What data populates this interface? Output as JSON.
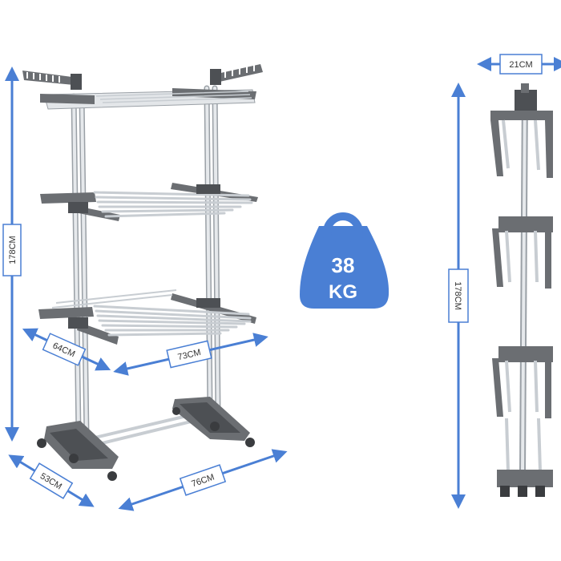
{
  "dimensions": {
    "height_left": "178CM",
    "depth_top": "64CM",
    "width_top": "73CM",
    "depth_base": "53CM",
    "width_base": "76CM",
    "side_width": "21CM",
    "height_side": "178CM"
  },
  "weight": {
    "value": "38",
    "unit": "KG"
  },
  "colors": {
    "accent": "#4a7fd4",
    "frame": "#d8dce0",
    "frame_edge": "#9aa0a6",
    "plastic": "#6b6e72",
    "plastic_dark": "#4d5054"
  },
  "icons": {
    "weight": "kettlebell-weight-icon"
  }
}
